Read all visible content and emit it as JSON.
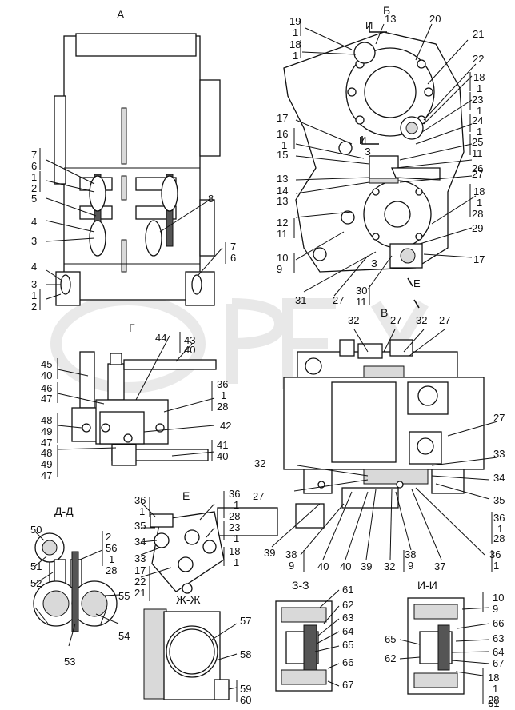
{
  "views": [
    {
      "key": "A",
      "title": "А"
    },
    {
      "key": "B",
      "title": "Б"
    },
    {
      "key": "G",
      "title": "Г"
    },
    {
      "key": "V",
      "title": "В"
    },
    {
      "key": "E",
      "title": "Е"
    },
    {
      "key": "DD",
      "title": "Д-Д"
    },
    {
      "key": "ZhZh",
      "title": "Ж-Ж"
    },
    {
      "key": "ZZ",
      "title": "З-З"
    },
    {
      "key": "II",
      "title": "И-И"
    }
  ],
  "section_marks": [
    {
      "key": "I1",
      "text": "И"
    },
    {
      "key": "I2",
      "text": "И"
    },
    {
      "key": "Z1",
      "text": "З"
    },
    {
      "key": "Z2",
      "text": "З"
    },
    {
      "key": "E1",
      "text": "Е"
    }
  ],
  "labels": [
    {
      "key": "a7",
      "text": "7"
    },
    {
      "key": "a6",
      "text": "6"
    },
    {
      "key": "a1",
      "text": "1"
    },
    {
      "key": "a2",
      "text": "2"
    },
    {
      "key": "a5",
      "text": "5"
    },
    {
      "key": "a4",
      "text": "4"
    },
    {
      "key": "a3",
      "text": "3"
    },
    {
      "key": "a8",
      "text": "8"
    },
    {
      "key": "a7b",
      "text": "7"
    },
    {
      "key": "a6b",
      "text": "6"
    },
    {
      "key": "a4b",
      "text": "4"
    },
    {
      "key": "a3b",
      "text": "3"
    },
    {
      "key": "a1b",
      "text": "1"
    },
    {
      "key": "a2b",
      "text": "2"
    },
    {
      "key": "b19",
      "text": "19"
    },
    {
      "key": "b19s",
      "text": "1"
    },
    {
      "key": "b18",
      "text": "18"
    },
    {
      "key": "b18s",
      "text": "1"
    },
    {
      "key": "b13",
      "text": "13"
    },
    {
      "key": "b20",
      "text": "20"
    },
    {
      "key": "b21",
      "text": "21"
    },
    {
      "key": "b22",
      "text": "22"
    },
    {
      "key": "b18r",
      "text": "18"
    },
    {
      "key": "b18rs",
      "text": "1"
    },
    {
      "key": "b23",
      "text": "23"
    },
    {
      "key": "b23s",
      "text": "1"
    },
    {
      "key": "b24",
      "text": "24"
    },
    {
      "key": "b24s",
      "text": "1"
    },
    {
      "key": "b25",
      "text": "25"
    },
    {
      "key": "b25s",
      "text": "11"
    },
    {
      "key": "b26",
      "text": "26"
    },
    {
      "key": "b27",
      "text": "27"
    },
    {
      "key": "b17",
      "text": "17"
    },
    {
      "key": "b16",
      "text": "16"
    },
    {
      "key": "b16s",
      "text": "1"
    },
    {
      "key": "b15",
      "text": "15"
    },
    {
      "key": "b13b",
      "text": "13"
    },
    {
      "key": "b14",
      "text": "14"
    },
    {
      "key": "b13c",
      "text": "13"
    },
    {
      "key": "b12",
      "text": "12"
    },
    {
      "key": "b12s",
      "text": "11"
    },
    {
      "key": "b18d",
      "text": "18"
    },
    {
      "key": "b18ds",
      "text": "1"
    },
    {
      "key": "b28",
      "text": "28"
    },
    {
      "key": "b29",
      "text": "29"
    },
    {
      "key": "b10",
      "text": "10"
    },
    {
      "key": "b9",
      "text": "9"
    },
    {
      "key": "b17b",
      "text": "17"
    },
    {
      "key": "b31",
      "text": "31"
    },
    {
      "key": "b27b",
      "text": "27"
    },
    {
      "key": "b30",
      "text": "30"
    },
    {
      "key": "b30s",
      "text": "11"
    },
    {
      "key": "g44",
      "text": "44"
    },
    {
      "key": "g43",
      "text": "43"
    },
    {
      "key": "g40",
      "text": "40"
    },
    {
      "key": "g45",
      "text": "45"
    },
    {
      "key": "g40b",
      "text": "40"
    },
    {
      "key": "g46",
      "text": "46"
    },
    {
      "key": "g47",
      "text": "47"
    },
    {
      "key": "g36",
      "text": "36"
    },
    {
      "key": "g36s",
      "text": "1"
    },
    {
      "key": "g28",
      "text": "28"
    },
    {
      "key": "g42",
      "text": "42"
    },
    {
      "key": "g48",
      "text": "48"
    },
    {
      "key": "g49",
      "text": "49"
    },
    {
      "key": "g47b",
      "text": "47"
    },
    {
      "key": "g48b",
      "text": "48"
    },
    {
      "key": "g49b",
      "text": "49"
    },
    {
      "key": "g47c",
      "text": "47"
    },
    {
      "key": "g41",
      "text": "41"
    },
    {
      "key": "g40c",
      "text": "40"
    },
    {
      "key": "v32",
      "text": "32"
    },
    {
      "key": "v27",
      "text": "27"
    },
    {
      "key": "v32b",
      "text": "32"
    },
    {
      "key": "v27b",
      "text": "27"
    },
    {
      "key": "v27c",
      "text": "27"
    },
    {
      "key": "v33",
      "text": "33"
    },
    {
      "key": "v32c",
      "text": "32"
    },
    {
      "key": "v34",
      "text": "34"
    },
    {
      "key": "v27d",
      "text": "27"
    },
    {
      "key": "v35",
      "text": "35"
    },
    {
      "key": "v36",
      "text": "36"
    },
    {
      "key": "v36s",
      "text": "1"
    },
    {
      "key": "v28",
      "text": "28"
    },
    {
      "key": "v39",
      "text": "39"
    },
    {
      "key": "v38",
      "text": "38"
    },
    {
      "key": "v9",
      "text": "9"
    },
    {
      "key": "v40",
      "text": "40"
    },
    {
      "key": "v40b",
      "text": "40"
    },
    {
      "key": "v39b",
      "text": "39"
    },
    {
      "key": "v32d",
      "text": "32"
    },
    {
      "key": "v38b",
      "text": "38"
    },
    {
      "key": "v9b",
      "text": "9"
    },
    {
      "key": "v37",
      "text": "37"
    },
    {
      "key": "v36b",
      "text": "36"
    },
    {
      "key": "v36bs",
      "text": "1"
    },
    {
      "key": "e36",
      "text": "36"
    },
    {
      "key": "e1",
      "text": "1"
    },
    {
      "key": "e35",
      "text": "35"
    },
    {
      "key": "e34",
      "text": "34"
    },
    {
      "key": "e33",
      "text": "33"
    },
    {
      "key": "e17",
      "text": "17"
    },
    {
      "key": "e22",
      "text": "22"
    },
    {
      "key": "e21",
      "text": "21"
    },
    {
      "key": "e36r",
      "text": "36"
    },
    {
      "key": "e1r",
      "text": "1"
    },
    {
      "key": "e28",
      "text": "28"
    },
    {
      "key": "e23",
      "text": "23"
    },
    {
      "key": "e1r2",
      "text": "1"
    },
    {
      "key": "e18",
      "text": "18"
    },
    {
      "key": "e1r3",
      "text": "1"
    },
    {
      "key": "d50",
      "text": "50"
    },
    {
      "key": "d51",
      "text": "51"
    },
    {
      "key": "d52",
      "text": "52"
    },
    {
      "key": "d53",
      "text": "53"
    },
    {
      "key": "d54",
      "text": "54"
    },
    {
      "key": "d55",
      "text": "55"
    },
    {
      "key": "d2",
      "text": "2"
    },
    {
      "key": "d56",
      "text": "56"
    },
    {
      "key": "d1",
      "text": "1"
    },
    {
      "key": "d28",
      "text": "28"
    },
    {
      "key": "zh57",
      "text": "57"
    },
    {
      "key": "zh58",
      "text": "58"
    },
    {
      "key": "zh59",
      "text": "59"
    },
    {
      "key": "zh60",
      "text": "60"
    },
    {
      "key": "z61",
      "text": "61"
    },
    {
      "key": "z62",
      "text": "62"
    },
    {
      "key": "z63",
      "text": "63"
    },
    {
      "key": "z64",
      "text": "64"
    },
    {
      "key": "z65",
      "text": "65"
    },
    {
      "key": "z66",
      "text": "66"
    },
    {
      "key": "z67",
      "text": "67"
    },
    {
      "key": "i10",
      "text": "10"
    },
    {
      "key": "i9",
      "text": "9"
    },
    {
      "key": "i66",
      "text": "66"
    },
    {
      "key": "i65",
      "text": "65"
    },
    {
      "key": "i63",
      "text": "63"
    },
    {
      "key": "i64",
      "text": "64"
    },
    {
      "key": "i62",
      "text": "62"
    },
    {
      "key": "i67",
      "text": "67"
    },
    {
      "key": "i18",
      "text": "18"
    },
    {
      "key": "i1",
      "text": "1"
    },
    {
      "key": "i28",
      "text": "28"
    },
    {
      "key": "i61",
      "text": "61"
    }
  ],
  "watermark": {
    "color": "#e3e3e3"
  }
}
